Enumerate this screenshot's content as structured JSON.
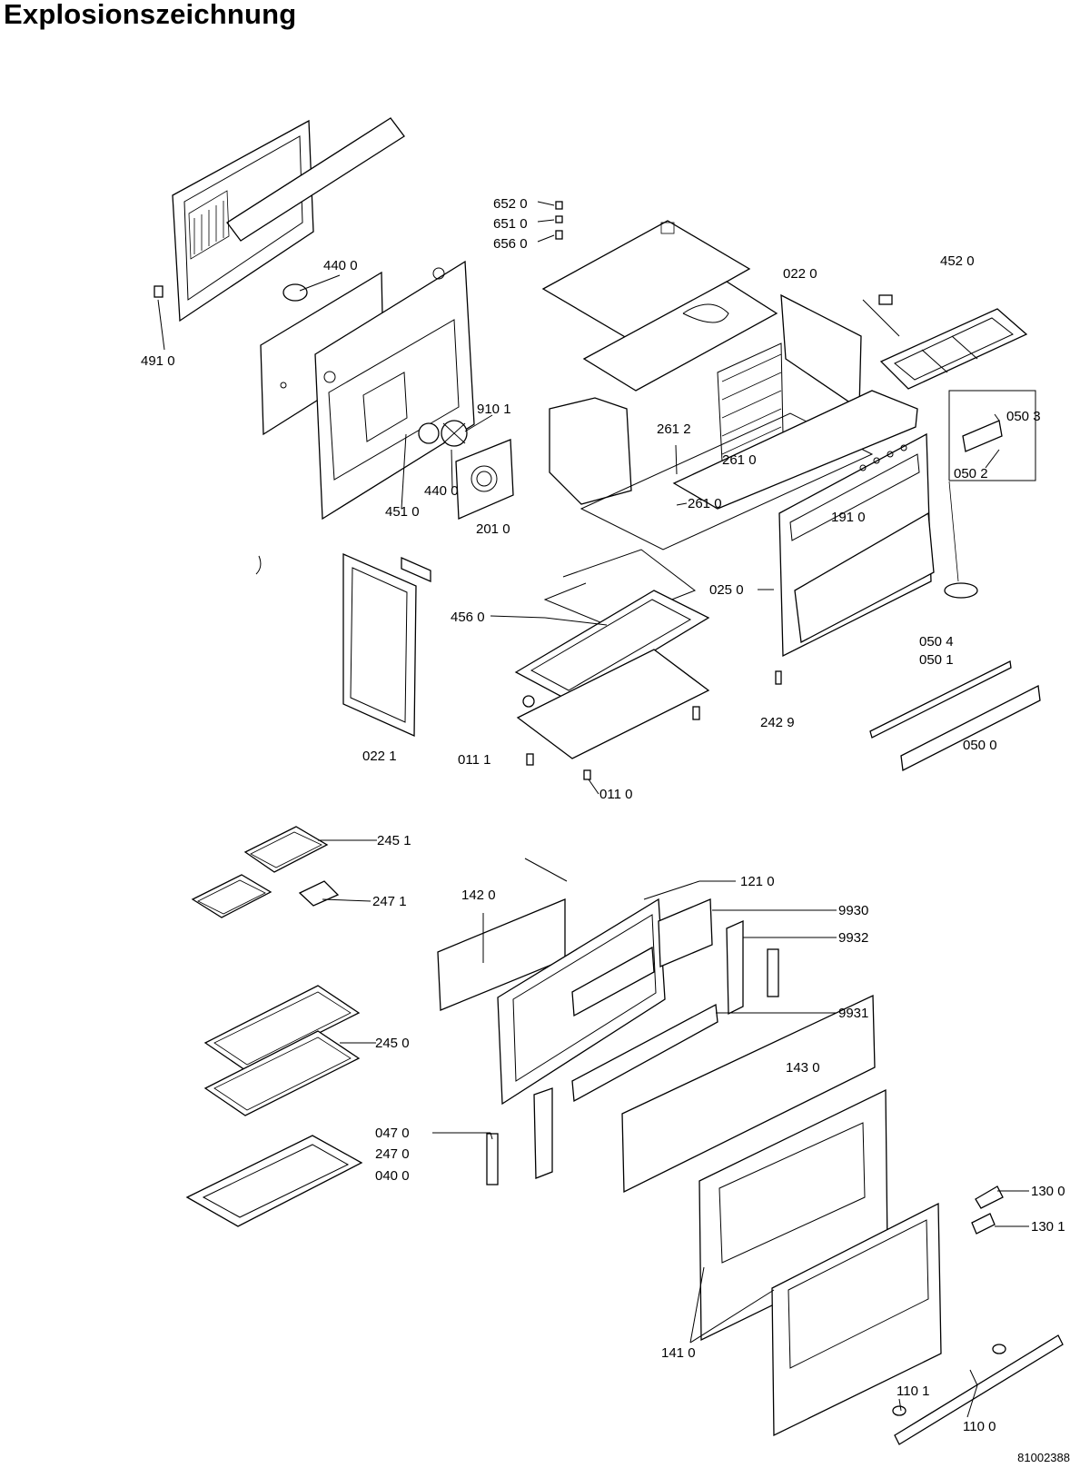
{
  "title": "Explosionszeichnung",
  "document_number": "81002388",
  "labels": [
    "491 0",
    "440 0",
    "652 0",
    "651 0",
    "656 0",
    "022 0",
    "452 0",
    "910 1",
    "440 0",
    "451 0",
    "201 0",
    "261 2",
    "261 0",
    "261 0",
    "050 3",
    "050 2",
    "191 0",
    "025 0",
    "456 0",
    "050 4",
    "050 1",
    "242 9",
    "050 0",
    "022 1",
    "011 1",
    "011 0",
    "245 1",
    "247 1",
    "142 0",
    "121 0",
    "9930",
    "9932",
    "9931",
    "245 0",
    "143 0",
    "047 0",
    "247 0",
    "040 0",
    "130 0",
    "130 1",
    "110 1",
    "141 0",
    "110 0"
  ]
}
